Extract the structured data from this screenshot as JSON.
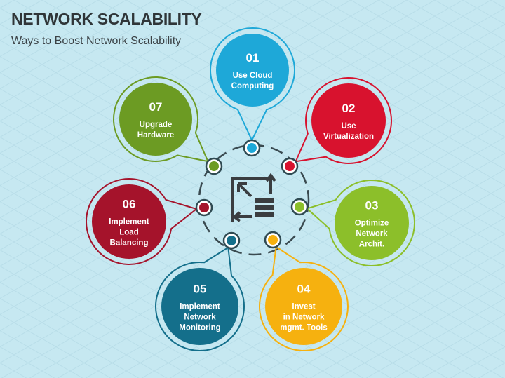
{
  "header": {
    "title": "NETWORK SCALABILITY",
    "subtitle": "Ways to Boost Network Scalability"
  },
  "center_icon": "scalability-server-arrows-icon",
  "steps": [
    {
      "number": "01",
      "label": "Use Cloud Computing",
      "lines": [
        "Use Cloud",
        "Computing"
      ],
      "color": "#1ea8d8"
    },
    {
      "number": "02",
      "label": "Use Virtualization",
      "lines": [
        "Use",
        "Virtualization"
      ],
      "color": "#d8122e"
    },
    {
      "number": "03",
      "label": "Optimize Network Archit.",
      "lines": [
        "Optimize",
        "Network",
        "Archit."
      ],
      "color": "#8cbf2a"
    },
    {
      "number": "04",
      "label": "Invest in Network mgmt. Tools",
      "lines": [
        "Invest",
        "in Network",
        "mgmt. Tools"
      ],
      "color": "#f6b10f"
    },
    {
      "number": "05",
      "label": "Implement Network Monitoring",
      "lines": [
        "Implement",
        "Network",
        "Monitoring"
      ],
      "color": "#146f8b"
    },
    {
      "number": "06",
      "label": "Implement Load Balancing",
      "lines": [
        "Implement",
        "Load",
        "Balancing"
      ],
      "color": "#a5132b"
    },
    {
      "number": "07",
      "label": "Upgrade Hardware",
      "lines": [
        "Upgrade",
        "Hardware"
      ],
      "color": "#6c9b23"
    }
  ]
}
